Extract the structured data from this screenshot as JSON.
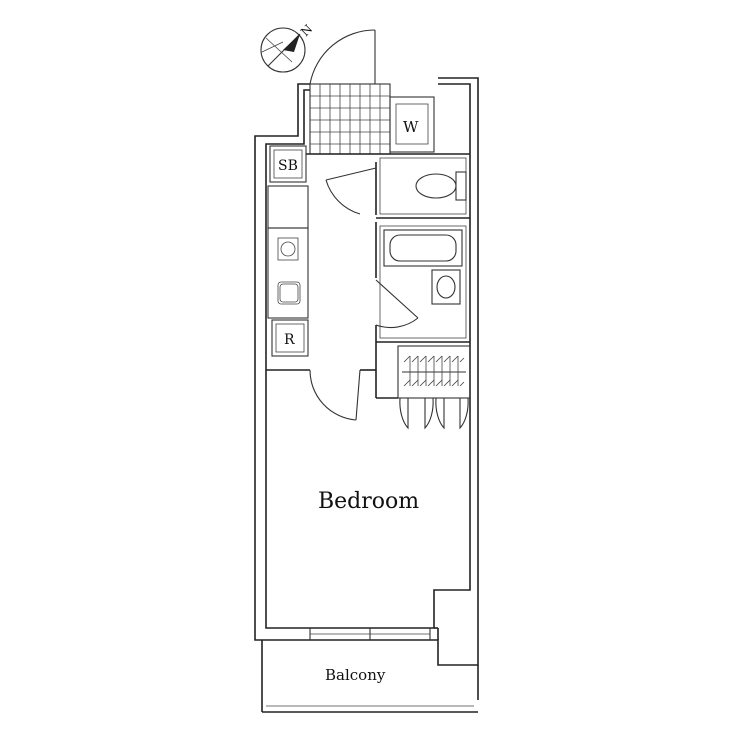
{
  "labels": {
    "bedroom": "Bedroom",
    "balcony": "Balcony",
    "washer": "W",
    "shoe_box": "SB",
    "fridge": "R",
    "compass": "N"
  },
  "colors": {
    "line": "#222222",
    "background": "#ffffff"
  }
}
